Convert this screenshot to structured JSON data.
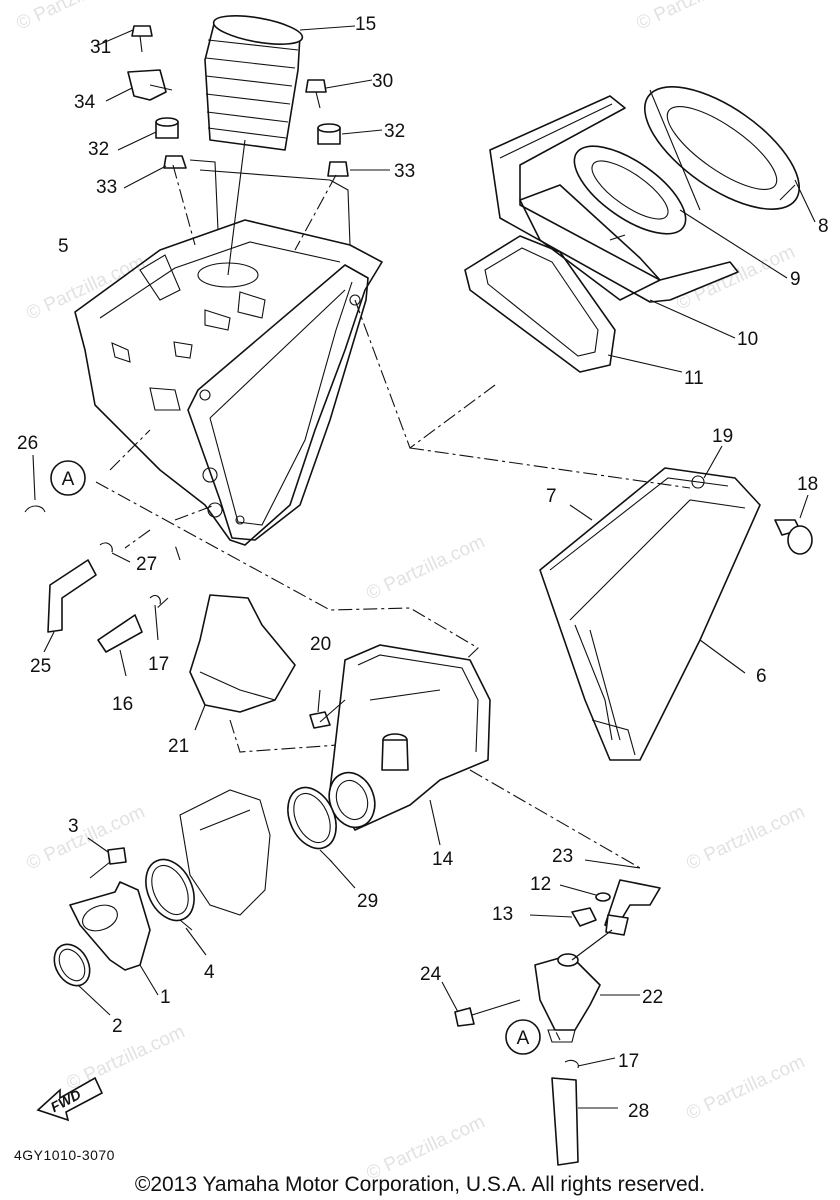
{
  "diagram": {
    "part_callouts": [
      "1",
      "2",
      "3",
      "4",
      "5",
      "6",
      "7",
      "8",
      "9",
      "10",
      "11",
      "12",
      "13",
      "14",
      "15",
      "16",
      "17",
      "17",
      "18",
      "19",
      "20",
      "21",
      "22",
      "23",
      "24",
      "25",
      "26",
      "27",
      "28",
      "29",
      "30",
      "31",
      "32",
      "32",
      "33",
      "33",
      "34"
    ],
    "callout_labels": {
      "c1": "1",
      "c2": "2",
      "c3": "3",
      "c4": "4",
      "c5": "5",
      "c6": "6",
      "c7": "7",
      "c8": "8",
      "c9": "9",
      "c10": "10",
      "c11": "11",
      "c12": "12",
      "c13": "13",
      "c14": "14",
      "c15": "15",
      "c16": "16",
      "c17a": "17",
      "c17b": "17",
      "c18": "18",
      "c19": "19",
      "c20": "20",
      "c21": "21",
      "c22": "22",
      "c23": "23",
      "c24": "24",
      "c25": "25",
      "c26": "26",
      "c27": "27",
      "c28": "28",
      "c29": "29",
      "c30": "30",
      "c31": "31",
      "c32a": "32",
      "c32b": "32",
      "c33a": "33",
      "c33b": "33",
      "c34": "34"
    },
    "reference_marker": "A",
    "fwd_label": "FWD",
    "diagram_code": "4GY1010-3070",
    "copyright": "©2013  Yamaha Motor Corporation, U.S.A. All rights reserved.",
    "watermark": "© Partzilla.com"
  }
}
